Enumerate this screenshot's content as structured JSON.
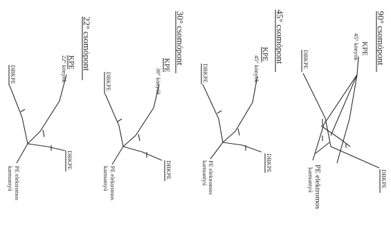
{
  "panels": [
    {
      "title": "90° csomópont",
      "kpe": "KPE",
      "angle": "45° könyök",
      "dbkpe_top": "DBKPE",
      "dbkpe_bottom": "DBKPE",
      "pe_line1": "PE elektromos",
      "pe_line2": "karmantyú"
    },
    {
      "title": "45° csomópont",
      "kpe": "KPE",
      "angle": "45° könyök",
      "dbkpe_top": "DBKPE",
      "dbkpe_bottom": "DBKPE",
      "pe_line1": "PE elektromos",
      "pe_line2": "karmantyú"
    },
    {
      "title": "30° csomópont",
      "kpe": "KPE",
      "angle": "30° könyök",
      "dbkpe_top": "DBKPE",
      "dbkpe_bottom": "DBKPE",
      "pe_line1": "PE elektromos",
      "pe_line2": "karmantyú"
    },
    {
      "title": "22° csomópont",
      "kpe": "KPE",
      "angle": "22° könyök",
      "dbkpe_top": "DBKPE",
      "dbkpe_bottom": "DBKPE",
      "pe_line1": "PE elektromos",
      "pe_line2": "karmantyú"
    }
  ]
}
